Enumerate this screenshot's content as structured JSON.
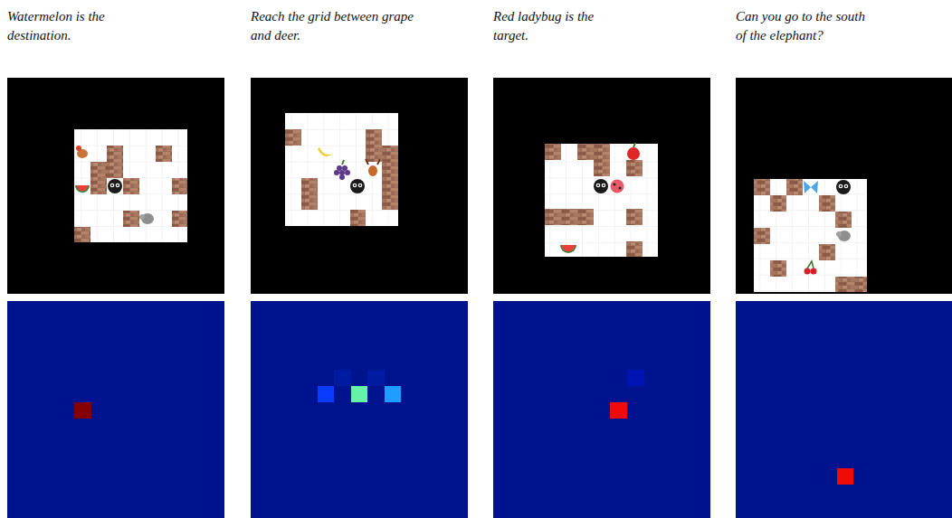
{
  "diagram": {
    "labels": [
      "Watermelon is the destination.",
      "Reach the grid between grape and deer.",
      "Red ladybug is the target.",
      "Can you go to the south of the elephant?"
    ]
  }
}
